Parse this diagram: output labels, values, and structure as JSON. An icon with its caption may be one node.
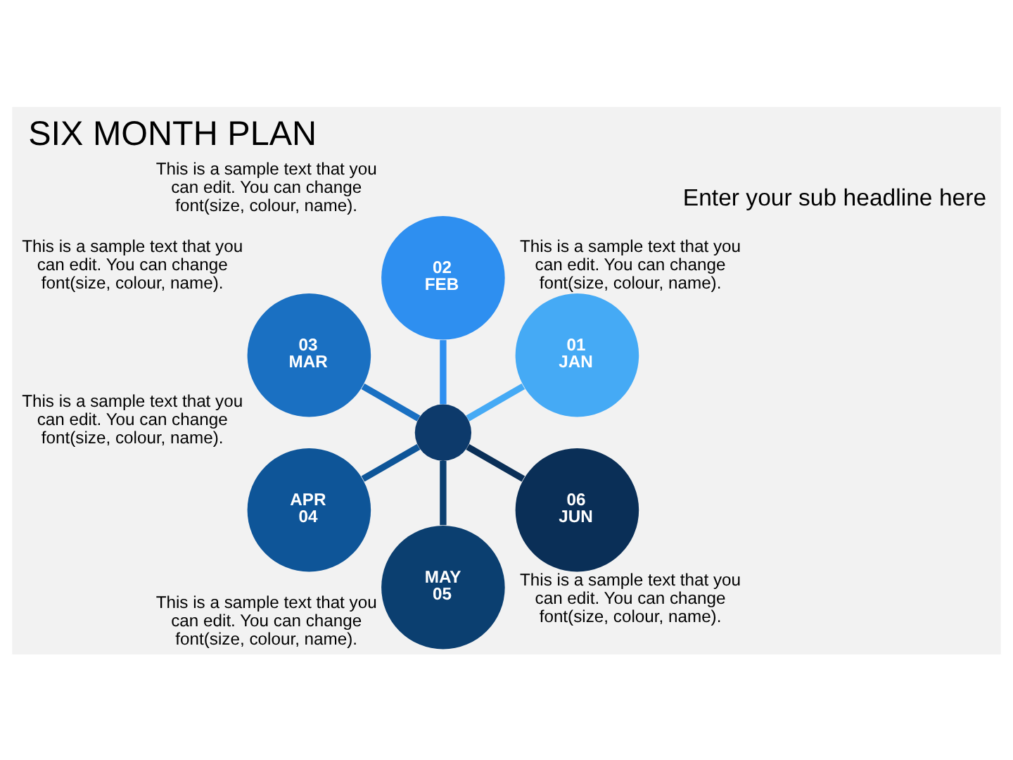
{
  "diagram": {
    "title": "SIX MONTH PLAN",
    "nodes": [
      {
        "text": [],
        "shape": "circle"
      },
      {
        "text": [
          "01",
          "JAN"
        ],
        "beside": [
          "This is a sample text that you can edit. You can change font(size, colour, name)."
        ]
      },
      {
        "text": [
          "02",
          "FEB"
        ],
        "beside": [
          "This is a sample text that you can edit. You can change font(size, colour, name)."
        ]
      },
      {
        "text": [
          "03",
          "MAR"
        ],
        "beside": [
          "This is a sample text that you can edit. You can change font(size, colour, name)."
        ]
      },
      {
        "text": [
          "APR",
          "04"
        ],
        "beside": [
          "This is a sample text that you can edit. You can change font(size, colour, name)."
        ]
      },
      {
        "text": [
          "MAY",
          "05"
        ],
        "beside": [
          "This is a sample text that you can edit. You can change font(size, colour, name)."
        ]
      },
      {
        "text": [
          "06",
          "JUN"
        ],
        "beside": [
          "This is a sample text that you can edit. You can change font(size, colour, name)."
        ]
      }
    ],
    "edges": [
      {
        "from": 0,
        "to": 1,
        "arrow": "none",
        "color": "#45aaf5"
      },
      {
        "from": 0,
        "to": 2,
        "arrow": "none",
        "color": "#2e8ff0"
      },
      {
        "from": 0,
        "to": 3,
        "arrow": "none",
        "color": "#1a70c2"
      },
      {
        "from": 0,
        "to": 4,
        "arrow": "none",
        "color": "#0e5598"
      },
      {
        "from": 0,
        "to": 5,
        "arrow": "none",
        "color": "#0b3f70"
      },
      {
        "from": 0,
        "to": 6,
        "arrow": "none",
        "color": "#0a2f57"
      }
    ],
    "labels": [
      "Enter your sub headline here"
    ]
  }
}
